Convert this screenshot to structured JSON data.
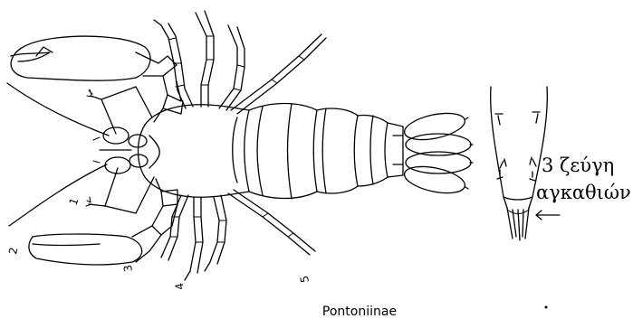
{
  "figure": {
    "caption": "Pontoniinae",
    "leg_labels": [
      "1",
      "2",
      "3",
      "4",
      "5"
    ],
    "inset_note_line1": "3 ζεύγη",
    "inset_note_line2": "αγκαθιών",
    "icons": [
      "shrimp-drawing",
      "telson-detail",
      "arrow"
    ]
  }
}
